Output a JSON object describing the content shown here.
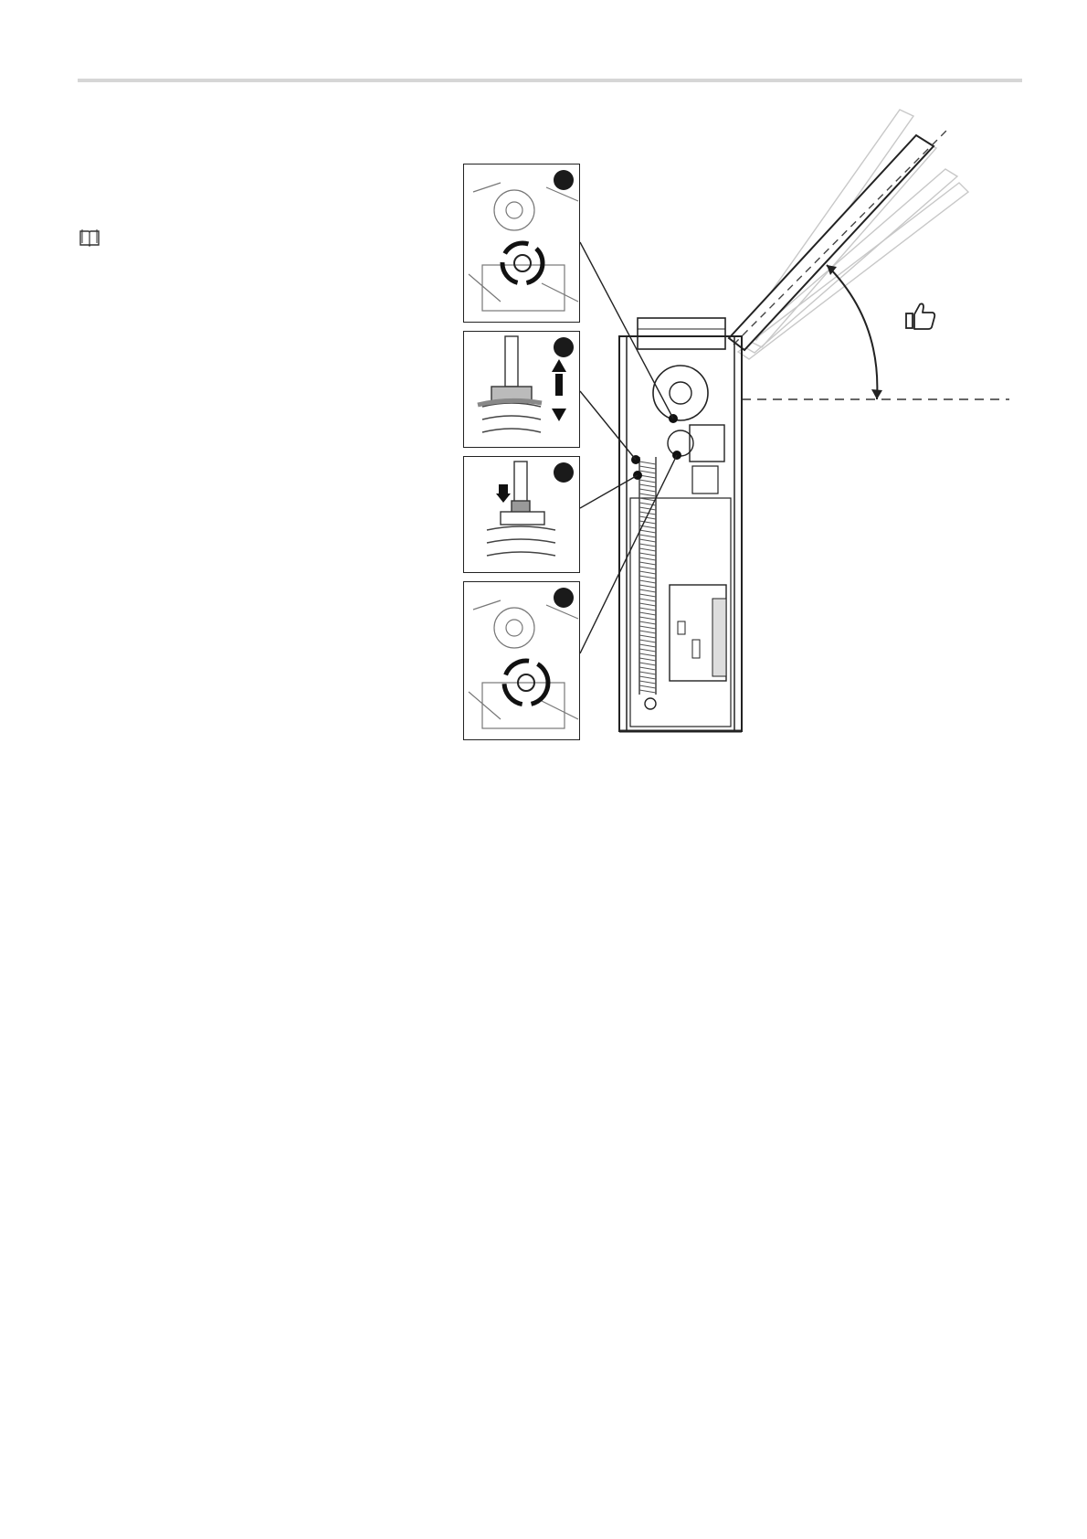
{
  "page": {
    "header_rule": true
  },
  "icons": {
    "book": "book-icon",
    "thumb": "thumbs-up-icon"
  },
  "figure": {
    "panels": [
      {
        "name": "detail-1",
        "depicts": "rotate-adjuster",
        "badge": true
      },
      {
        "name": "detail-2",
        "depicts": "spring-nut-up-down",
        "badge": true
      },
      {
        "name": "detail-3",
        "depicts": "tighten-lock-nut",
        "badge": true
      },
      {
        "name": "detail-4",
        "depicts": "rotate-adjuster",
        "badge": true
      }
    ]
  }
}
